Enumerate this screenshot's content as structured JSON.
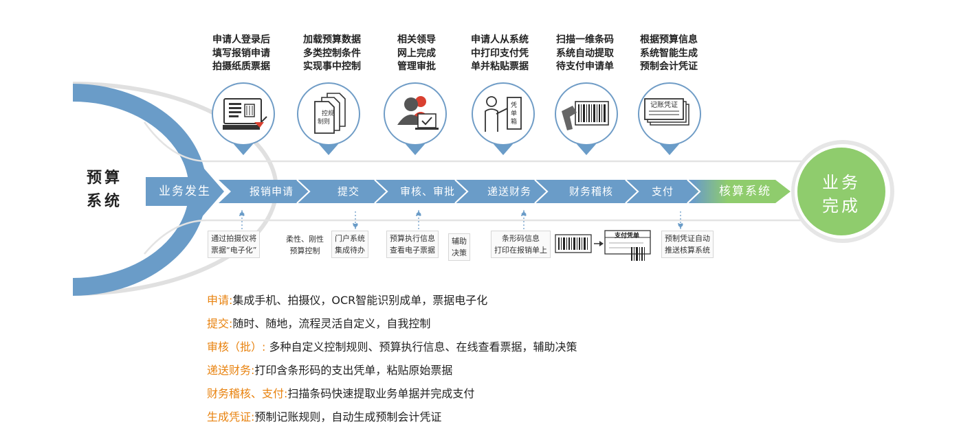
{
  "left_system": {
    "line1": "预算",
    "line2": "系统"
  },
  "start_label": "业务发生",
  "end_system": {
    "line1": "业务",
    "line2": "完成"
  },
  "steps": [
    {
      "lines": [
        "申请人登录后",
        "填写报销申请",
        "拍摄纸质票据"
      ],
      "icon": "scanner-icon"
    },
    {
      "lines": [
        "加载预算数据",
        "多类控制条件",
        "实现事中控制"
      ],
      "icon": "documents-icon",
      "icon_text": [
        "控",
        "规",
        "制则"
      ]
    },
    {
      "lines": [
        "相关领导",
        "网上完成",
        "管理审批"
      ],
      "icon": "approver-icon"
    },
    {
      "lines": [
        "申请人从系统",
        "中打印支付凭",
        "单并粘贴票据"
      ],
      "icon": "print-voucher-icon",
      "icon_text": [
        "凭",
        "单",
        "箱"
      ]
    },
    {
      "lines": [
        "扫描一维条码",
        "系统自动提取",
        "待支付申请单"
      ],
      "icon": "barcode-scanner-icon"
    },
    {
      "lines": [
        "根据预算信息",
        "系统智能生成",
        "预制会计凭证"
      ],
      "icon": "voucher-icon",
      "icon_text": "记账凭证"
    }
  ],
  "flow": [
    "报销申请",
    "提交",
    "审核、审批",
    "递送财务",
    "财务稽核",
    "支付"
  ],
  "accounting_label": "核算系统",
  "notes": {
    "n1": [
      "通过拍摄仪将",
      "票据“电子化”"
    ],
    "n2": [
      "柔性、刚性",
      "预算控制"
    ],
    "n3": [
      "门户系统",
      "集成待办"
    ],
    "n4": [
      "预算执行信息",
      "查看电子票据"
    ],
    "n5": [
      "辅助",
      "决策"
    ],
    "n6": [
      "条形码信息",
      "打印在报销单上"
    ],
    "voucher_label": "支付凭单",
    "n7": [
      "预制凭证自动",
      "推送核算系统"
    ]
  },
  "bottom_list": [
    {
      "label": "申请:",
      "text": "集成手机、拍摄仪，OCR智能识别成单，票据电子化"
    },
    {
      "label": "提交:",
      "text": "随时、随地，流程灵活自定义，自我控制"
    },
    {
      "label": "审核（批）:",
      "text": " 多种自定义控制规则、预算执行信息、在线查看票据，辅助决策"
    },
    {
      "label": "递送财务:",
      "text": "打印含条形码的支出凭单，粘贴原始票据"
    },
    {
      "label": "财务稽核、支付:",
      "text": "扫描条码快速提取业务单据并完成支付"
    },
    {
      "label": "生成凭证:",
      "text": "预制记账规则，自动生成预制会计凭证"
    }
  ],
  "colors": {
    "blue": "#6a9cc8",
    "blue_dark": "#5b8fc0",
    "green": "#8fcc6d",
    "orange": "#e8820e",
    "circle_stroke": "#6f9cc6"
  }
}
